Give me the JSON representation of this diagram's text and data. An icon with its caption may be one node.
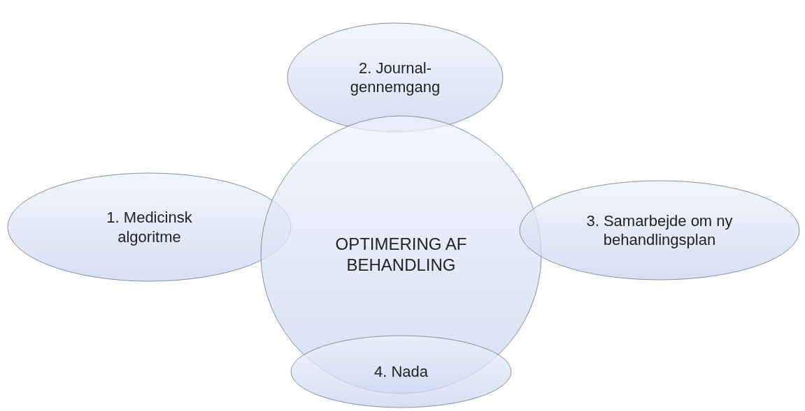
{
  "diagram": {
    "nodes": [
      {
        "text": [
          "2. Journal-gennemgang"
        ]
      },
      {
        "text": [
          "1. Medicinsk algoritme"
        ]
      },
      {
        "text": [
          "OPTIMERING AF BEHANDLING"
        ]
      },
      {
        "text": [
          "3. Samarbejde om ny behandlingsplan"
        ]
      },
      {
        "text": [
          "4. Nada"
        ]
      }
    ]
  }
}
